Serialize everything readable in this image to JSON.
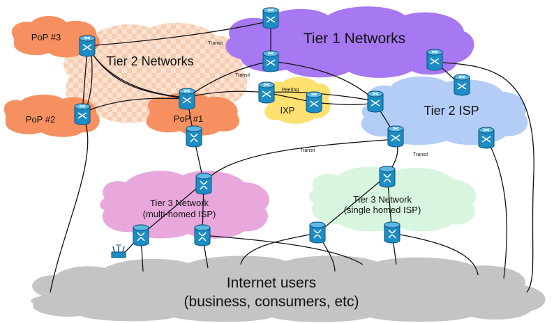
{
  "clouds": {
    "tier1": {
      "label": "Tier 1 Networks",
      "color": "#a678f2"
    },
    "tier2_networks": {
      "label": "Tier 2 Networks",
      "color": "#f7c8a8"
    },
    "pop3": {
      "label": "PoP #3",
      "color": "#f79060"
    },
    "pop2": {
      "label": "PoP #2",
      "color": "#f79060"
    },
    "pop1": {
      "label": "PoP #1",
      "color": "#f79060"
    },
    "ixp": {
      "label": "IXP",
      "color": "#ffe070"
    },
    "tier2_isp": {
      "label": "Tier 2 ISP",
      "color": "#b3cdf7"
    },
    "tier3_multi": {
      "line1": "Tier 3 Network",
      "line2": "(multi-homed ISP)",
      "color": "#e8a8dc"
    },
    "tier3_single": {
      "line1": "Tier 3 Network",
      "line2": "(single homed ISP)",
      "color": "#d8f5e0"
    },
    "users": {
      "line1": "Internet users",
      "line2": "(business, consumers, etc)",
      "color": "#c4c4c4"
    }
  },
  "link_labels": {
    "transit_top": "Transit",
    "transit_mid": "Transit",
    "peering": "Peering",
    "transit_t3": "Transit",
    "transit_single": "Transit"
  },
  "icons": {
    "router": "router-icon",
    "switch": "switch-icon",
    "wireless": "wireless-access-point-icon"
  }
}
